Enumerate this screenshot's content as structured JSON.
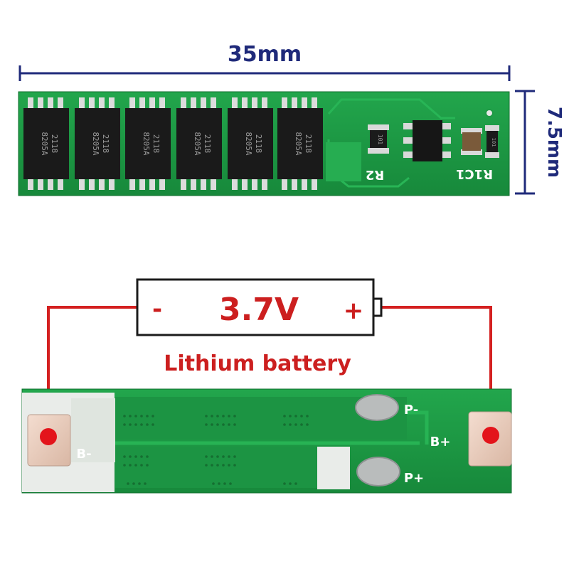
{
  "dimensions": {
    "width_label": "35mm",
    "height_label": "7.5mm"
  },
  "top_board": {
    "chip_marks": [
      [
        "8205A",
        "2118"
      ],
      [
        "8205A",
        "2118"
      ],
      [
        "8205A",
        "2118"
      ],
      [
        "8205A",
        "2118"
      ],
      [
        "8205A",
        "2118"
      ],
      [
        "8205A",
        "2118"
      ]
    ],
    "silk_r2": "R2",
    "silk_r1c1": "R1C1",
    "resistor_code_1": "101",
    "resistor_code_2": "101"
  },
  "battery": {
    "minus": "-",
    "voltage": "3.7V",
    "plus": "+",
    "caption": "Lithium battery"
  },
  "bottom_board": {
    "b_minus": "B-",
    "b_plus": "B+",
    "p_minus": "P-",
    "p_plus": "P+"
  },
  "colors": {
    "pcb_green": "#1e9a45",
    "dimension_blue": "#1f2a7a",
    "wire_red": "#d42020"
  }
}
